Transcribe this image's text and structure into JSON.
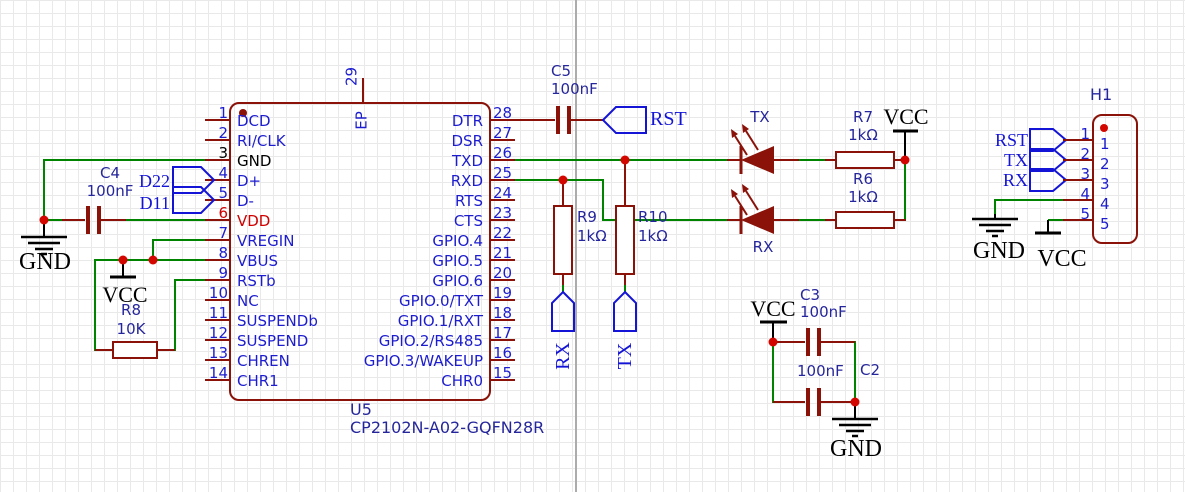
{
  "colors": {
    "symbol": "#8a1208",
    "wire": "#008400",
    "junction": "#d40700",
    "pin_text": "#1d1dcf",
    "label": "#26269c",
    "flag": "#1414d6",
    "vdd_red": "#d00000",
    "black": "#000000",
    "divider": "#acacac"
  },
  "u5": {
    "ref": "U5",
    "value": "CP2102N-A02-GQFN28R",
    "ep_name": "EP",
    "ep_number": "29",
    "left_pins": [
      {
        "num": "1",
        "name": "DCD"
      },
      {
        "num": "2",
        "name": "RI/CLK"
      },
      {
        "num": "3",
        "name": "GND",
        "num_color": "black",
        "name_color": "black"
      },
      {
        "num": "4",
        "name": "D+"
      },
      {
        "num": "5",
        "name": "D-"
      },
      {
        "num": "6",
        "name": "VDD",
        "num_color": "red",
        "name_color": "red"
      },
      {
        "num": "7",
        "name": "VREGIN"
      },
      {
        "num": "8",
        "name": "VBUS"
      },
      {
        "num": "9",
        "name": "RSTb"
      },
      {
        "num": "10",
        "name": "NC"
      },
      {
        "num": "11",
        "name": "SUSPENDb"
      },
      {
        "num": "12",
        "name": "SUSPEND"
      },
      {
        "num": "13",
        "name": "CHREN"
      },
      {
        "num": "14",
        "name": "CHR1"
      }
    ],
    "right_pins": [
      {
        "num": "28",
        "name": "DTR"
      },
      {
        "num": "27",
        "name": "DSR"
      },
      {
        "num": "26",
        "name": "TXD"
      },
      {
        "num": "25",
        "name": "RXD"
      },
      {
        "num": "24",
        "name": "RTS"
      },
      {
        "num": "23",
        "name": "CTS"
      },
      {
        "num": "22",
        "name": "GPIO.4"
      },
      {
        "num": "21",
        "name": "GPIO.5"
      },
      {
        "num": "20",
        "name": "GPIO.6"
      },
      {
        "num": "19",
        "name": "GPIO.0/TXT"
      },
      {
        "num": "18",
        "name": "GPIO.1/RXT"
      },
      {
        "num": "17",
        "name": "GPIO.2/RS485"
      },
      {
        "num": "16",
        "name": "GPIO.3/WAKEUP"
      },
      {
        "num": "15",
        "name": "CHR0"
      }
    ]
  },
  "capacitors": {
    "c4": {
      "ref": "C4",
      "value": "100nF"
    },
    "c5": {
      "ref": "C5",
      "value": "100nF"
    },
    "c3": {
      "ref": "C3",
      "value": "100nF"
    },
    "c2": {
      "ref": "C2",
      "value": "100nF"
    }
  },
  "resistors": {
    "r8": {
      "ref": "R8",
      "value": "10K"
    },
    "r7": {
      "ref": "R7",
      "value": "1kΩ"
    },
    "r6": {
      "ref": "R6",
      "value": "1kΩ"
    },
    "r9": {
      "ref": "R9",
      "value": "1kΩ"
    },
    "r10": {
      "ref": "R10",
      "value": "1kΩ"
    }
  },
  "leds": {
    "tx_label": "TX",
    "rx_label": "RX"
  },
  "flags": {
    "rst": "RST",
    "d22": "D22",
    "d11": "D11",
    "rx_vert": "RX",
    "tx_vert": "TX",
    "h1_rst": "RST",
    "h1_tx": "TX",
    "h1_rx": "RX"
  },
  "power": {
    "gnd": "GND",
    "vcc": "VCC"
  },
  "h1": {
    "ref": "H1",
    "outside_pins": [
      "1",
      "2",
      "3",
      "4",
      "5"
    ],
    "inside_pins": [
      "1",
      "2",
      "3",
      "4",
      "5"
    ]
  }
}
